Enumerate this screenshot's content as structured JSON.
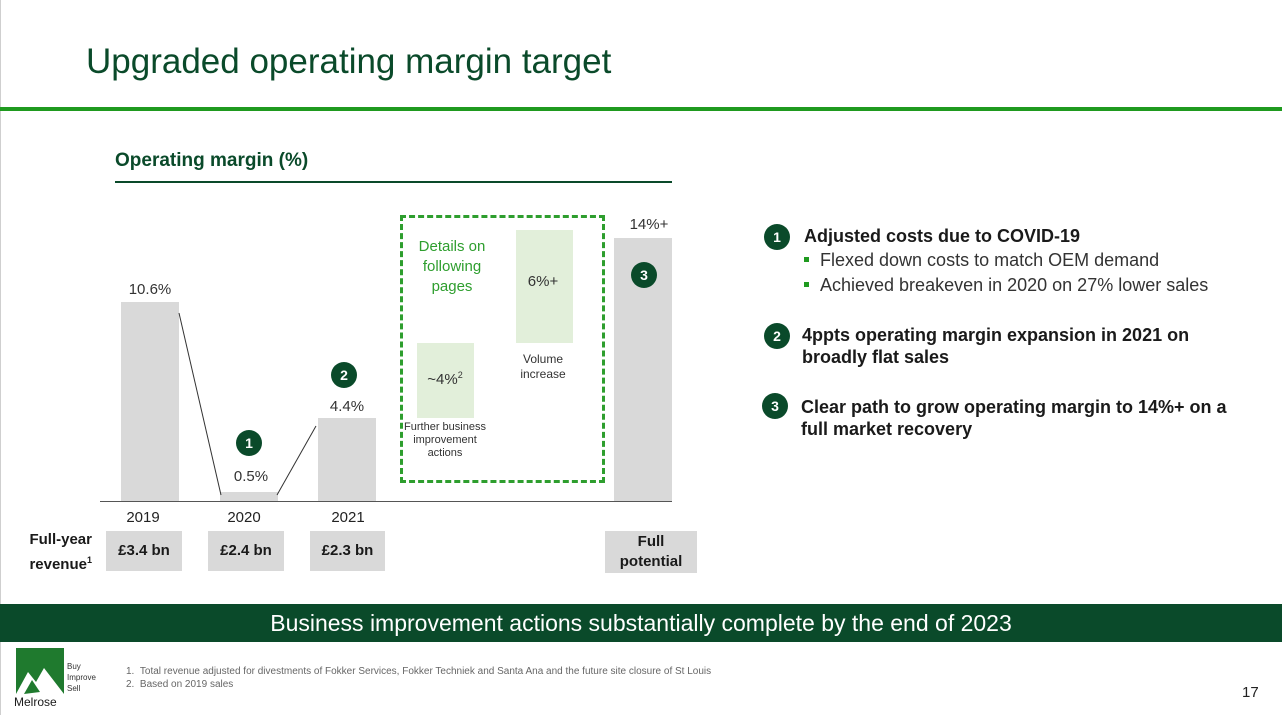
{
  "slide": {
    "title": "Upgraded operating margin target",
    "page_number": "17",
    "accent_color": "#0a4a2a",
    "rule_color": "#1f9a1f"
  },
  "chart": {
    "title": "Operating margin (%)",
    "details_note": "Details on following pages",
    "revenue_label": "Full-year revenue",
    "revenue_label_superscript": "1"
  },
  "chart_data": {
    "type": "bar",
    "categories": [
      "2019",
      "2020",
      "2021",
      "",
      "",
      "Full potential"
    ],
    "bars": [
      {
        "category": "2019",
        "value": 10.6,
        "label": "10.6%",
        "revenue": "£3.4 bn"
      },
      {
        "category": "2020",
        "value": 0.5,
        "label": "0.5%",
        "revenue": "£2.4 bn",
        "marker": "1"
      },
      {
        "category": "2021",
        "value": 4.4,
        "label": "4.4%",
        "revenue": "£2.3 bn",
        "marker": "2"
      },
      {
        "category": "",
        "value": 4,
        "label": "~4%",
        "label_superscript": "2",
        "caption": "Further business improvement actions",
        "color": "#e2efda"
      },
      {
        "category": "",
        "value": 6,
        "label": "6%+",
        "caption": "Volume increase",
        "color": "#e2efda"
      },
      {
        "category": "Full potential",
        "value": 14,
        "label": "14%+",
        "marker": "3"
      }
    ],
    "bar_color": "#d9d9d9",
    "ylim": [
      0,
      14
    ]
  },
  "points": [
    {
      "number": "1",
      "text": "Adjusted costs due to COVID-19",
      "subs": [
        "Flexed down costs to match OEM demand",
        "Achieved breakeven in 2020 on 27% lower sales"
      ]
    },
    {
      "number": "2",
      "text": "4ppts operating margin expansion in 2021 on broadly flat sales",
      "subs": []
    },
    {
      "number": "3",
      "text": "Clear path to grow operating margin to 14%+ on a full market recovery",
      "subs": []
    }
  ],
  "banner": "Business improvement actions substantially complete by the end of 2023",
  "footnotes": [
    "1.  Total revenue adjusted for divestments of Fokker Services, Fokker Techniek and Santa Ana and the future site closure of St Louis",
    "2.  Based on 2019 sales"
  ],
  "logo": {
    "name": "Melrose",
    "tagline": [
      "Buy",
      "Improve",
      "Sell"
    ]
  }
}
